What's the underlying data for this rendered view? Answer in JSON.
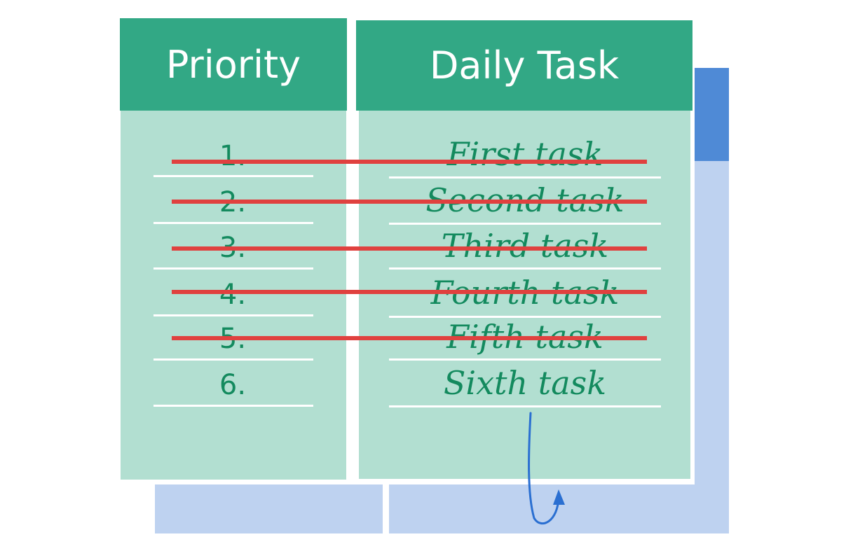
{
  "headers": {
    "priority": "Priority",
    "daily_task": "Daily Task"
  },
  "rows": [
    {
      "number": "1.",
      "task": "First task",
      "done": true
    },
    {
      "number": "2.",
      "task": "Second task",
      "done": true
    },
    {
      "number": "3.",
      "task": "Third task",
      "done": true
    },
    {
      "number": "4.",
      "task": "Fourth task",
      "done": true
    },
    {
      "number": "5.",
      "task": "Fifth task",
      "done": true
    },
    {
      "number": "6.",
      "task": "Sixth task",
      "done": false
    }
  ],
  "colors": {
    "header": "#32a885",
    "panel": "#b2dfd1",
    "text": "#138a5e",
    "strike": "#e0413f",
    "accent_dark_blue": "#4f8ad6",
    "accent_light_blue": "#bed2f0",
    "arrow": "#2a6fd1"
  }
}
